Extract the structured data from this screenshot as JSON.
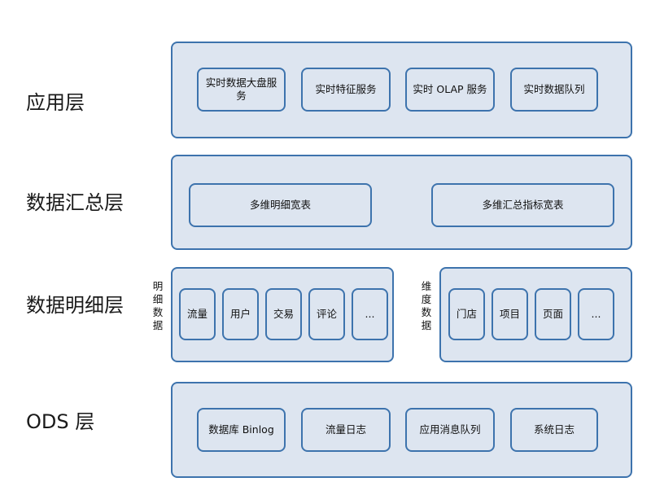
{
  "layers": {
    "app": {
      "label": "应用层",
      "items": [
        "实时数据大盘服务",
        "实时特征服务",
        "实时 OLAP 服务",
        "实时数据队列"
      ]
    },
    "summary": {
      "label": "数据汇总层",
      "items": [
        "多维明细宽表",
        "多维汇总指标宽表"
      ]
    },
    "detail": {
      "label": "数据明细层",
      "detail_group": {
        "title": "明细数据",
        "items": [
          "流量",
          "用户",
          "交易",
          "评论",
          "..."
        ]
      },
      "dim_group": {
        "title": "维度数据",
        "items": [
          "门店",
          "项目",
          "页面",
          "..."
        ]
      }
    },
    "ods": {
      "label": "ODS 层",
      "items": [
        "数据库 Binlog",
        "流量日志",
        "应用消息队列",
        "系统日志"
      ]
    }
  },
  "colors": {
    "border": "#3d73ad",
    "fill": "#dde5f0"
  }
}
